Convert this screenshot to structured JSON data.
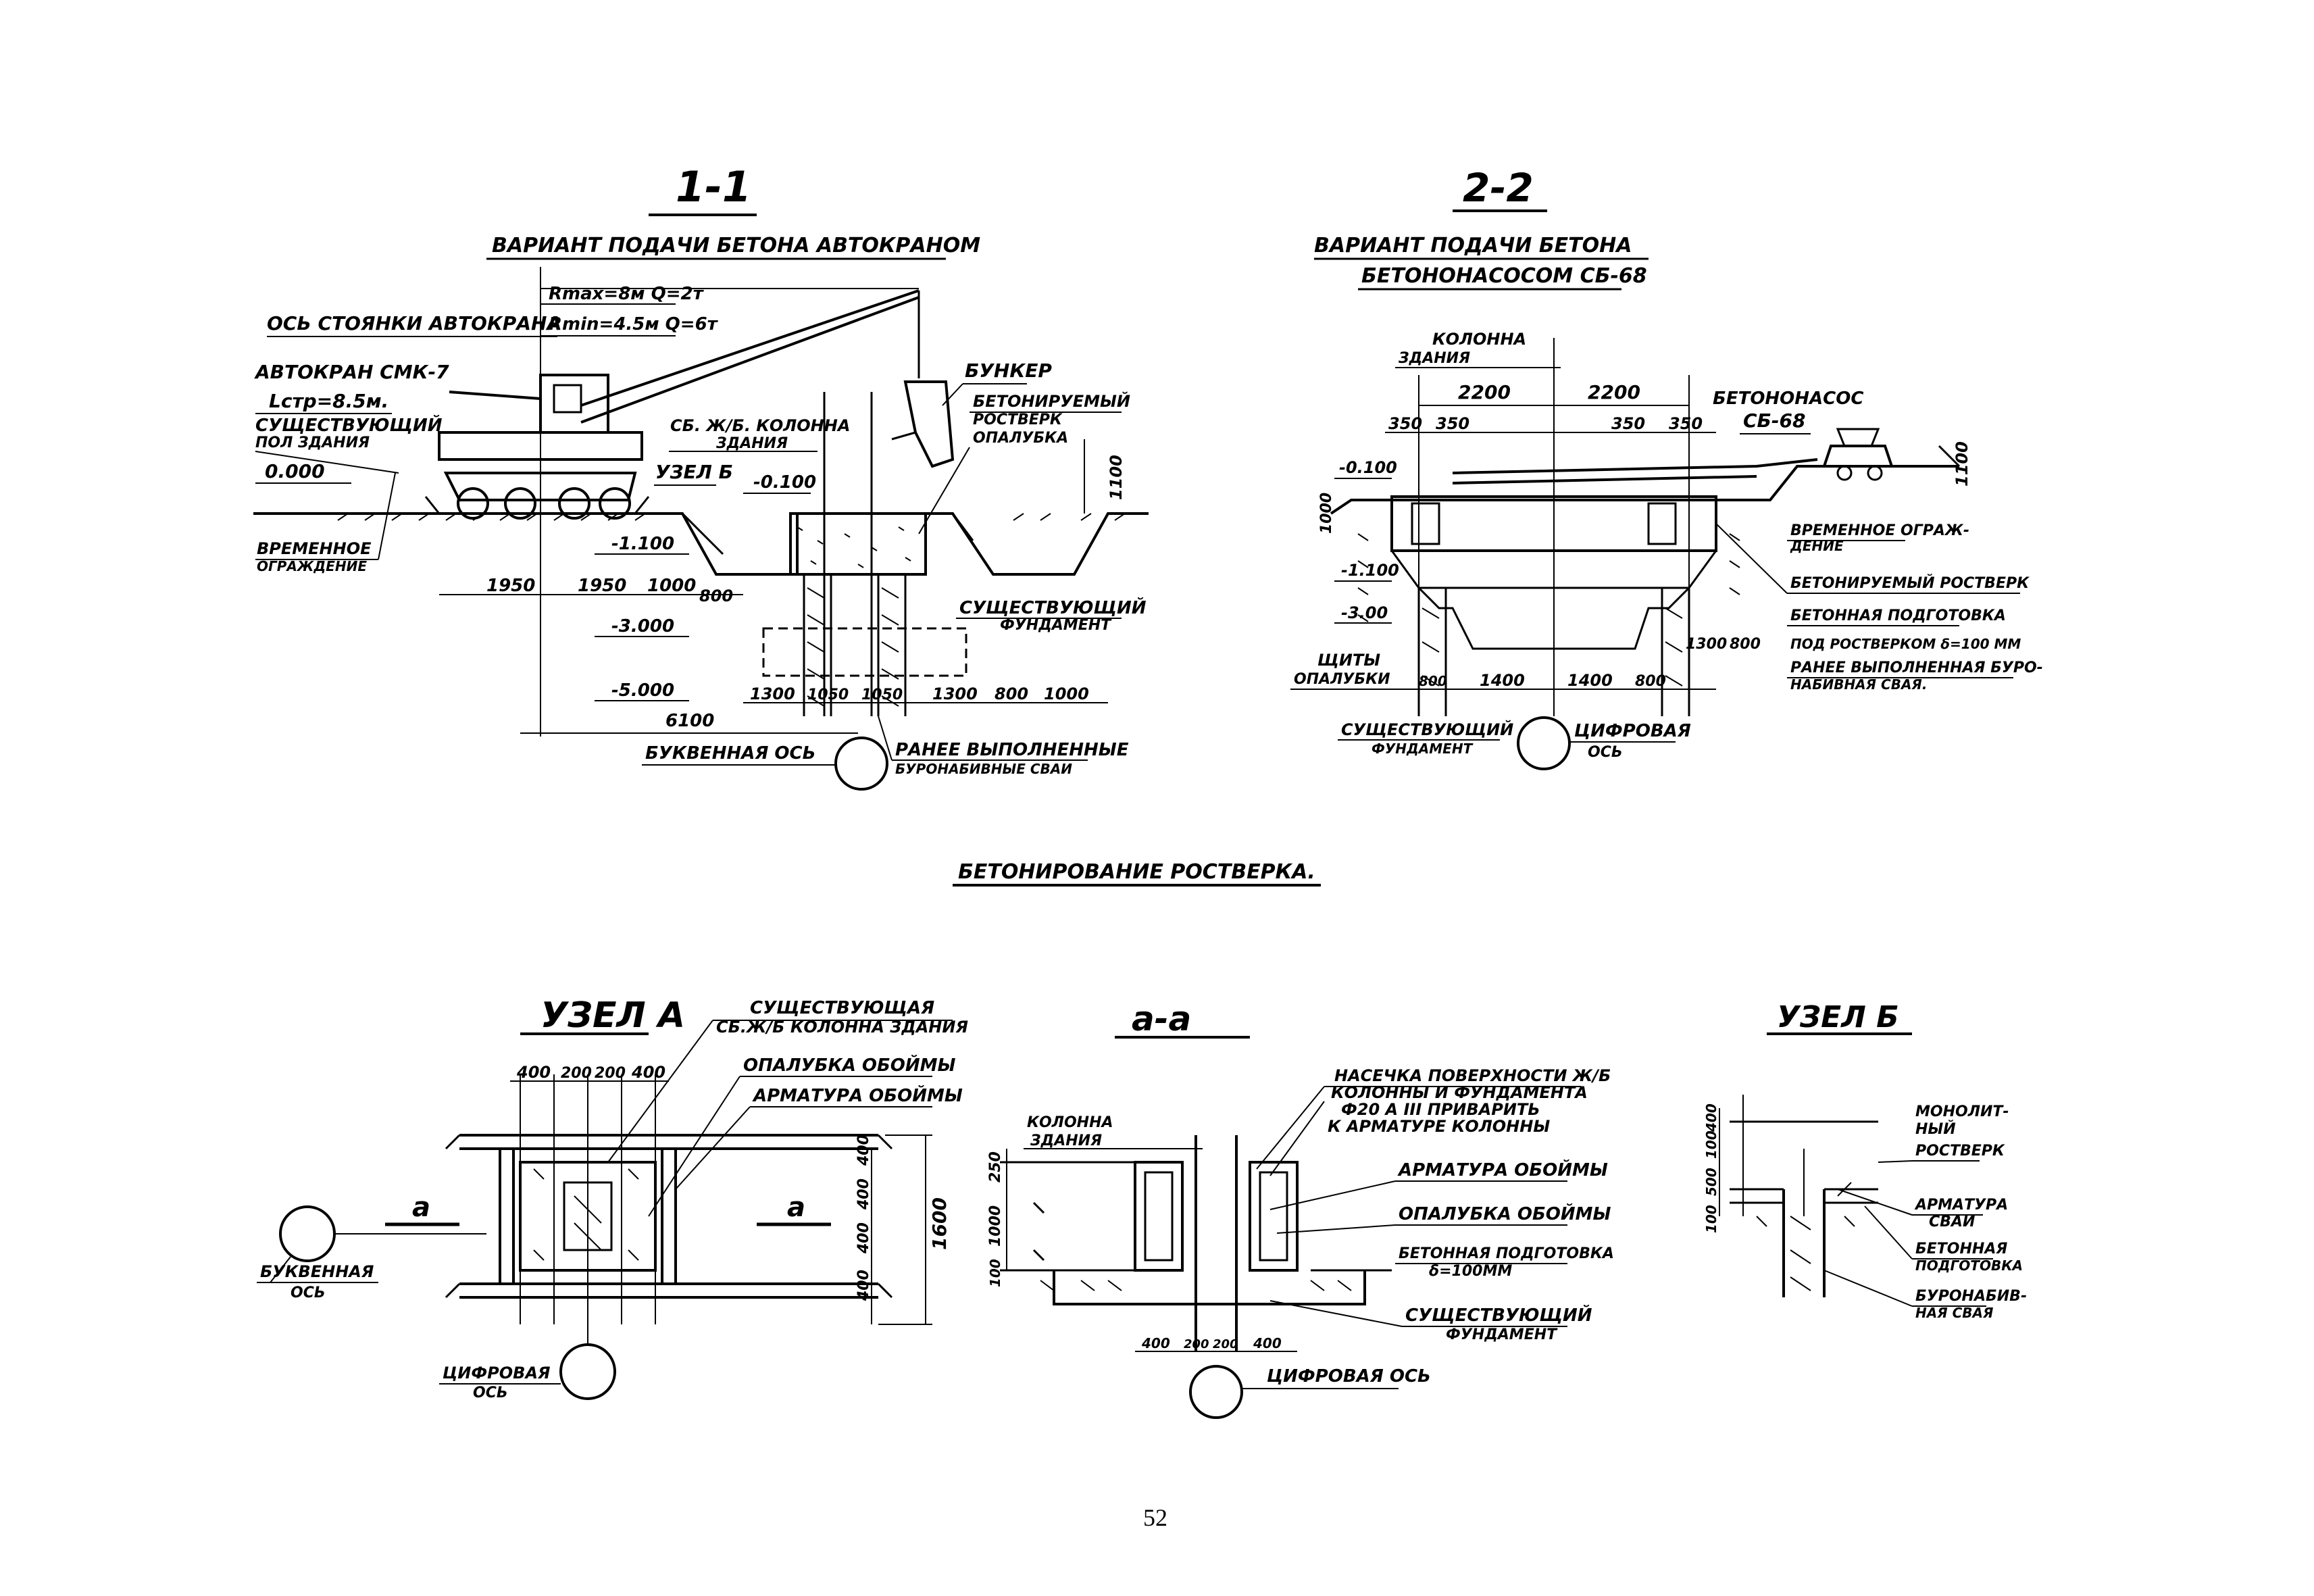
{
  "page_number": "52",
  "main_caption": "БЕТОНИРОВАНИЕ РОСТВЕРКА.",
  "section_1_1": {
    "mark": "1-1",
    "title": "ВАРИАНТ ПОДАЧИ БЕТОНА АВТОКРАНОМ",
    "crane_params_1": "Rmax=8м Q=2т",
    "crane_params_2": "Rmin=4.5м Q=6т",
    "crane_axis": "ОСЬ СТОЯНКИ АВТОКРАНА",
    "crane_name": "АВТОКРАН СМК-7",
    "crane_length": "Lстр=8.5м.",
    "existing_floor_1": "СУЩЕСТВУЮЩИЙ",
    "existing_floor_2": "ПОЛ ЗДАНИЯ",
    "level_0": "0.000",
    "temp_fence_1": "ВРЕМЕННОЕ",
    "temp_fence_2": "ОГРАЖДЕНИЕ",
    "bunker": "БУНКЕР",
    "concreted_1": "БЕТОНИРУЕМЫЙ",
    "concreted_2": "РОСТВЕРК",
    "concreted_3": "ОПАЛУБКА",
    "column_1": "СБ. Ж/Б. КОЛОННА",
    "column_2": "ЗДАНИЯ",
    "node_b": "УЗЕЛ Б",
    "level_m0100": "-0.100",
    "level_m1100": "-1.100",
    "level_m3000": "-3.000",
    "level_m5000": "-5.000",
    "existing_found_1": "СУЩЕСТВУЮЩИЙ",
    "existing_found_2": "ФУНДАМЕНТ",
    "letter_axis": "БУКВЕННАЯ ОСЬ",
    "piles_1": "РАНЕЕ ВЫПОЛНЕННЫЕ",
    "piles_2": "БУРОНАБИВНЫЕ СВАИ",
    "dim_1950a": "1950",
    "dim_1950b": "1950",
    "dim_1000": "1000",
    "dim_800": "800",
    "dim_1300a": "1300",
    "dim_1050a": "1050",
    "dim_1050b": "1050",
    "dim_1300b": "1300",
    "dim_800b": "800",
    "dim_1000b": "1000",
    "dim_6100": "6100",
    "dim_1100": "1100"
  },
  "section_2_2": {
    "mark": "2-2",
    "title_1": "ВАРИАНТ ПОДАЧИ БЕТОНА",
    "title_2": "БЕТОНОНАСОСОМ СБ-68",
    "column_1": "КОЛОННА",
    "column_2": "ЗДАНИЯ",
    "pump_1": "БЕТОНОНАСОС",
    "pump_2": "СБ-68",
    "dim_2200a": "2200",
    "dim_2200b": "2200",
    "dim_350a": "350",
    "dim_350b": "350",
    "dim_350c": "350",
    "dim_350d": "350",
    "dim_1100": "1100",
    "dim_1000": "1000",
    "level_m0100": "-0.100",
    "level_m1100": "-1.100",
    "level_m3000": "-3.00",
    "temp_fence_1": "ВРЕМЕННОЕ ОГРАЖ-",
    "temp_fence_2": "ДЕНИЕ",
    "concreted": "БЕТОНИРУЕМЫЙ РОСТВЕРК",
    "prep_1": "БЕТОННАЯ ПОДГОТОВКА",
    "prep_2": "ПОД РОСТВЕРКОМ δ=100 ММ",
    "piles_1": "РАНЕЕ ВЫПОЛНЕННАЯ БУРО-",
    "piles_2": "НАБИВНАЯ СВАЯ.",
    "shields_1": "ЩИТЫ",
    "shields_2": "ОПАЛУБКИ",
    "dim_1300": "1300",
    "dim_800": "800",
    "dim_800b": "800",
    "dim_1400a": "1400",
    "dim_1400b": "1400",
    "dim_800c": "800",
    "existing_found_1": "СУЩЕСТВУЮЩИЙ",
    "existing_found_2": "ФУНДАМЕНТ",
    "digit_axis_1": "ЦИФРОВАЯ",
    "digit_axis_2": "ОСЬ"
  },
  "node_a": {
    "title": "УЗЕЛ А",
    "existing_col_1": "СУЩЕСТВУЮЩАЯ",
    "existing_col_2": "СБ.Ж/Б КОЛОННА ЗДАНИЯ",
    "formwork": "ОПАЛУБКА ОБОЙМЫ",
    "rebar": "АРМАТУРА ОБОЙМЫ",
    "dim_400a": "400",
    "dim_200a": "200",
    "dim_200b": "200",
    "dim_400b": "400",
    "dim_v400a": "400",
    "dim_v400b": "400",
    "dim_v400c": "400",
    "dim_v400d": "400",
    "dim_1600": "1600",
    "section_a_left": "а",
    "section_a_right": "а",
    "letter_axis_1": "БУКВЕННАЯ",
    "letter_axis_2": "ОСЬ",
    "digit_axis_1": "ЦИФРОВАЯ",
    "digit_axis_2": "ОСЬ"
  },
  "section_a_a": {
    "title": "а-а",
    "column_1": "КОЛОННА",
    "column_2": "ЗДАНИЯ",
    "notch_1": "НАСЕЧКА ПОВЕРХНОСТИ Ж/Б",
    "notch_2": "КОЛОННЫ И ФУНДАМЕНТА",
    "notch_3": "Ф20 А III ПРИВАРИТЬ",
    "notch_4": "К АРМАТУРЕ КОЛОННЫ",
    "rebar": "АРМАТУРА ОБОЙМЫ",
    "formwork": "ОПАЛУБКА ОБОЙМЫ",
    "prep_1": "БЕТОННАЯ ПОДГОТОВКА",
    "prep_2": "δ=100ММ",
    "existing_found_1": "СУЩЕСТВУЮЩИЙ",
    "existing_found_2": "ФУНДАМЕНТ",
    "digit_axis": "ЦИФРОВАЯ ОСЬ",
    "dim_250": "250",
    "dim_1000": "1000",
    "dim_100": "100",
    "dim_b400a": "400",
    "dim_b200a": "200",
    "dim_b200b": "200",
    "dim_b400b": "400"
  },
  "node_b": {
    "title": "УЗЕЛ Б",
    "monolith_1": "МОНОЛИТ-",
    "monolith_2": "НЫЙ",
    "monolith_3": "РОСТВЕРК",
    "rebar_1": "АРМАТУРА",
    "rebar_2": "СВАИ",
    "prep_1": "БЕТОННАЯ",
    "prep_2": "ПОДГОТОВКА",
    "pile_1": "БУРОНАБИВ-",
    "pile_2": "НАЯ СВАЯ",
    "dim_400": "400",
    "dim_100a": "100",
    "dim_500": "500",
    "dim_100b": "100"
  }
}
